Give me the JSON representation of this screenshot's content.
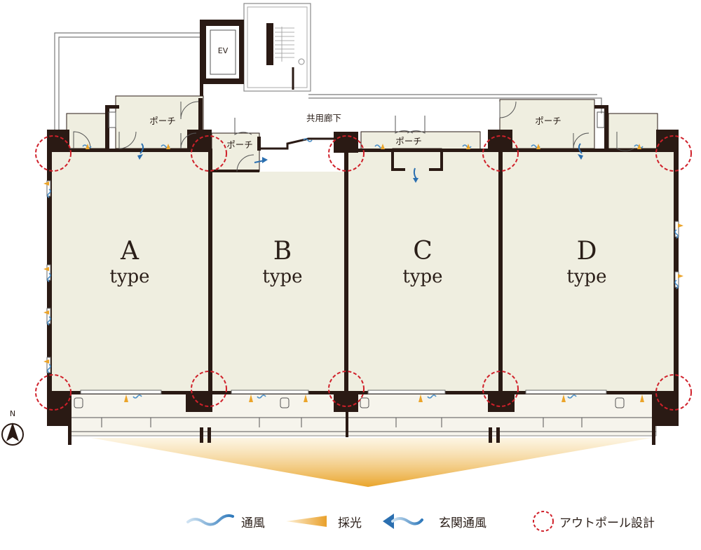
{
  "labels": {
    "elevator": "EV",
    "corridor": "共用廊下",
    "porch": "ポーチ",
    "north": "N"
  },
  "units": [
    {
      "letter": "A",
      "type": "type"
    },
    {
      "letter": "B",
      "type": "type"
    },
    {
      "letter": "C",
      "type": "type"
    },
    {
      "letter": "D",
      "type": "type"
    }
  ],
  "legend": {
    "ventilation": "通風",
    "daylight": "採光",
    "entrance_ventilation": "玄関通風",
    "outpole": "アウトポール設計"
  },
  "colors": {
    "floor": "#efeee0",
    "wall": "#2a1a14",
    "outpole_circle": "#d0202a",
    "wind_blue": "#4a8fc8",
    "entrance_arrow": "#2b6fb0",
    "light_orange": "#eba42a"
  }
}
